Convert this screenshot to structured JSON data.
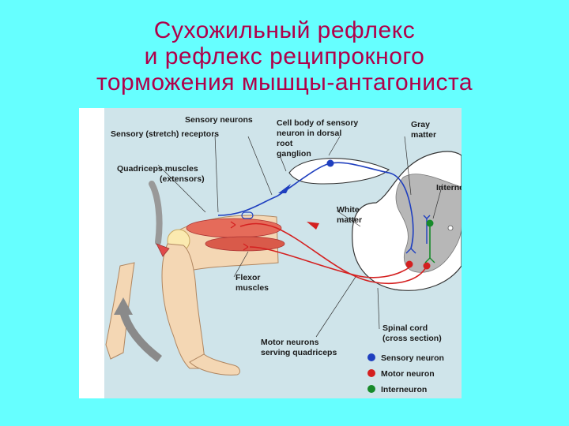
{
  "title": {
    "line1": "Сухожильный рефлекс",
    "line2": "и рефлекс реципрокного",
    "line3": "торможения мышцы-антагониста"
  },
  "labels": {
    "sensory_neurons": "Sensory neurons",
    "sensory_receptors": "Sensory (stretch) receptors",
    "quadriceps_1": "Quadriceps muscles",
    "quadriceps_2": "(extensors)",
    "cell_body_1": "Cell body of sensory",
    "cell_body_2": "neuron in dorsal",
    "cell_body_3": "root",
    "cell_body_4": "ganglion",
    "gray_1": "Gray",
    "gray_2": "matter",
    "interneurons": "Interneurons",
    "white_1": "White",
    "white_2": "matter",
    "flexor_1": "Flexor",
    "flexor_2": "muscles",
    "motor_1": "Motor neurons",
    "motor_2": "serving quadriceps",
    "spinal_1": "Spinal cord",
    "spinal_2": "(cross section)"
  },
  "legend": [
    {
      "label": "Sensory neuron",
      "color": "#1f3fbf"
    },
    {
      "label": "Motor neuron",
      "color": "#d42020"
    },
    {
      "label": "Interneuron",
      "color": "#178a2a"
    }
  ],
  "colors": {
    "background": "#66ffff",
    "title": "#b0004a",
    "panel": "#cfe4ea",
    "sensory": "#1f3fbf",
    "motor": "#d42020",
    "interneuron": "#178a2a"
  }
}
